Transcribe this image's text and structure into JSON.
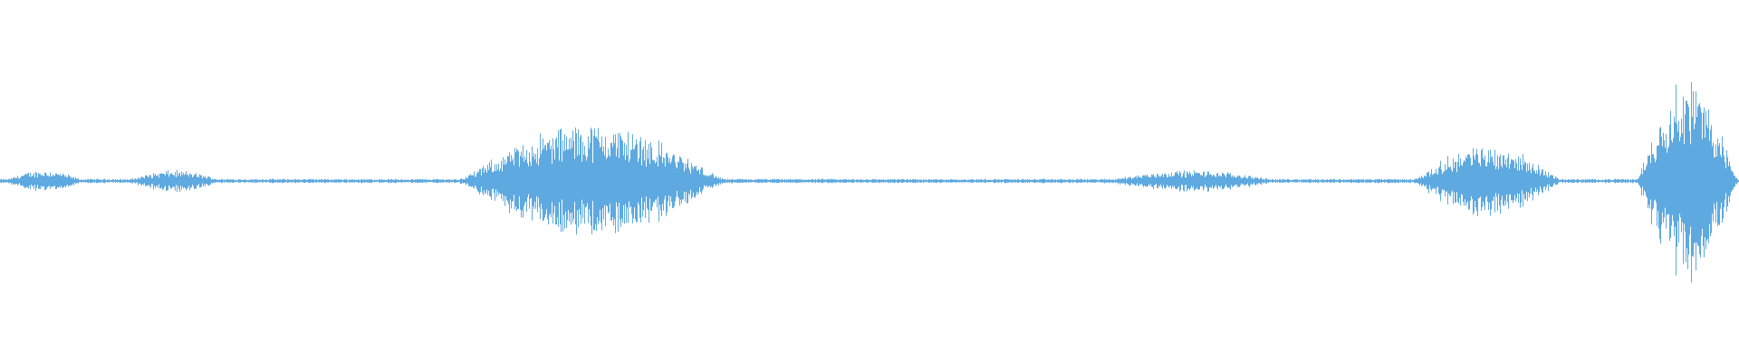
{
  "waveform": {
    "color": "#5ea9e0",
    "background": "#ffffff",
    "description_of_shape": "",
    "segments": [
      {
        "start": 0.0,
        "end": 0.05,
        "peak": 0.06
      },
      {
        "start": 0.07,
        "end": 0.13,
        "peak": 0.06
      },
      {
        "start": 0.26,
        "end": 0.42,
        "peak": 0.32
      },
      {
        "start": 0.63,
        "end": 0.74,
        "peak": 0.06
      },
      {
        "start": 0.81,
        "end": 0.9,
        "peak": 0.2
      },
      {
        "start": 0.94,
        "end": 1.0,
        "peak": 0.58
      }
    ],
    "noise_floor": 0.012
  }
}
